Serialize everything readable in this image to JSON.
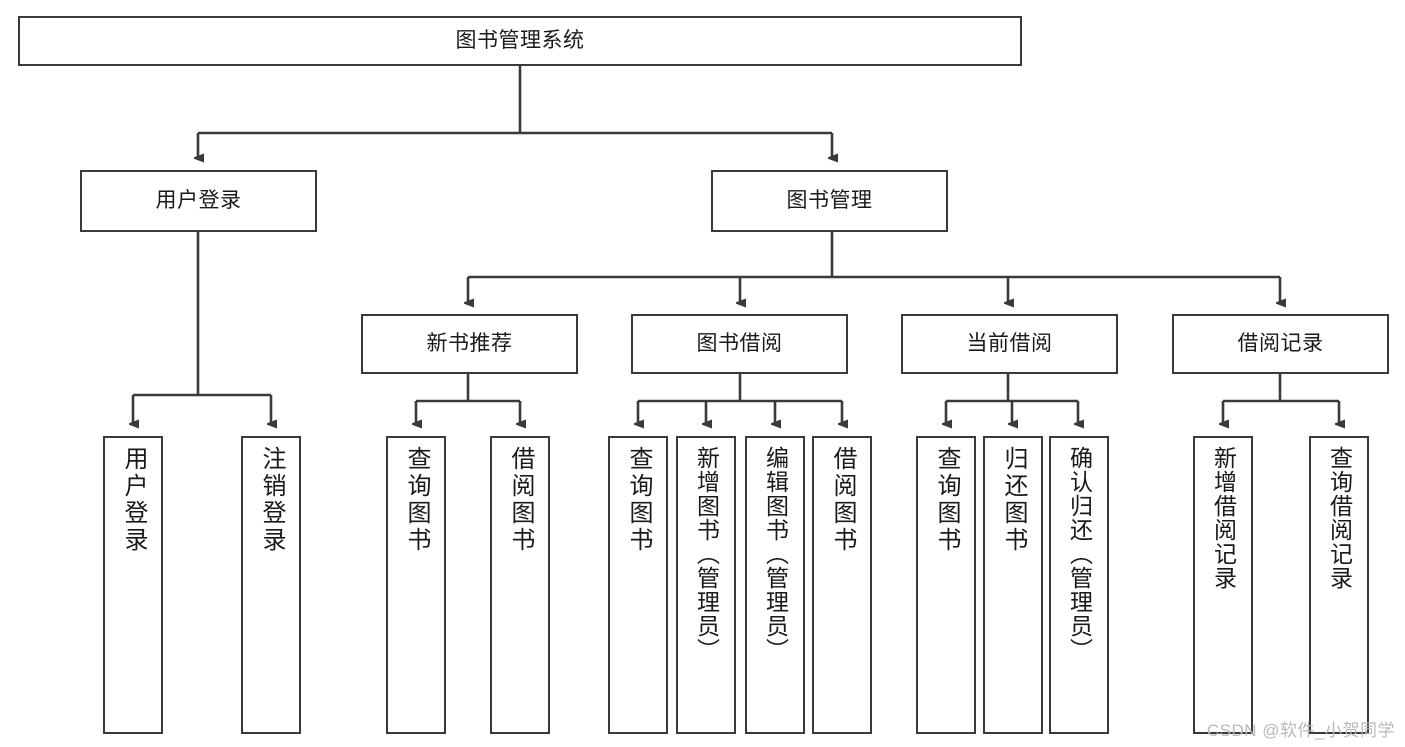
{
  "diagram": {
    "title": "图书管理系统",
    "type": "tree",
    "watermark": "CSDN @软件_小贺同学",
    "colors": {
      "stroke": "#3a3a3a",
      "fill": "#ffffff",
      "text": "#1a1a1a",
      "watermark": "#b9b9b9"
    },
    "root": {
      "label": "图书管理系统"
    },
    "level2": [
      {
        "label": "用户登录"
      },
      {
        "label": "图书管理"
      }
    ],
    "level3": [
      {
        "label": "新书推荐"
      },
      {
        "label": "图书借阅"
      },
      {
        "label": "当前借阅"
      },
      {
        "label": "借阅记录"
      }
    ],
    "leaves": {
      "user_login": [
        {
          "label": "用户登录"
        },
        {
          "label": "注销登录"
        }
      ],
      "new_book_recommend": [
        {
          "label": "查询图书"
        },
        {
          "label": "借阅图书"
        }
      ],
      "book_borrow": [
        {
          "label": "查询图书"
        },
        {
          "label": "新增图书（管理员）"
        },
        {
          "label": "编辑图书（管理员）"
        },
        {
          "label": "借阅图书"
        }
      ],
      "current_borrow": [
        {
          "label": "查询图书"
        },
        {
          "label": "归还图书"
        },
        {
          "label": "确认归还（管理员）"
        }
      ],
      "borrow_record": [
        {
          "label": "新增借阅记录"
        },
        {
          "label": "查询借阅记录"
        }
      ]
    }
  }
}
